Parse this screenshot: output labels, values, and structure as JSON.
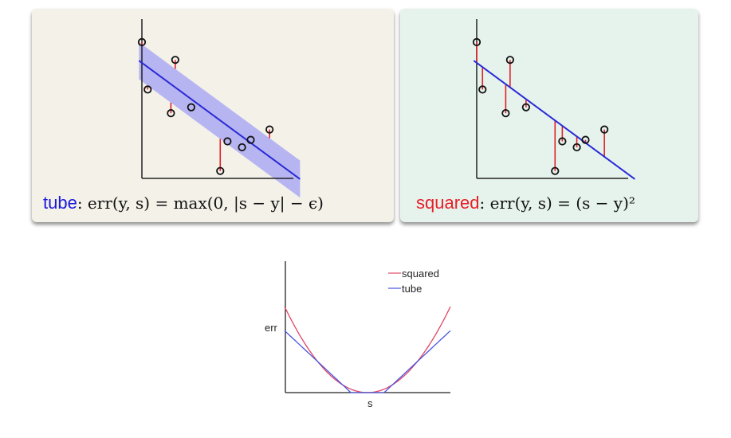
{
  "panels": {
    "tube": {
      "name": "tube",
      "name_color": "#1a1adb",
      "formula": ": err(y, s) = max(0, |s − y| − ϵ)",
      "background": "#f4f1e9"
    },
    "squared": {
      "name": "squared",
      "name_color": "#e8202a",
      "formula": ": err(y, s) = (s − y)²",
      "background": "#e6f3ec"
    }
  },
  "regression": {
    "points": [
      {
        "x": 0.0,
        "y": 9.2
      },
      {
        "x": 0.4,
        "y": 6.0
      },
      {
        "x": 2.3,
        "y": 8.0
      },
      {
        "x": 2.0,
        "y": 4.4
      },
      {
        "x": 3.4,
        "y": 4.8
      },
      {
        "x": 5.4,
        "y": 0.5
      },
      {
        "x": 5.9,
        "y": 2.5
      },
      {
        "x": 6.9,
        "y": 2.1
      },
      {
        "x": 7.5,
        "y": 2.6
      },
      {
        "x": 8.8,
        "y": 3.3
      }
    ],
    "line": {
      "intercept": 7.8,
      "slope": -0.72
    },
    "epsilon": 1.25,
    "line_color": "#2a2ad6",
    "tube_color": "#aaaaf2",
    "residual_color": "#e0202a"
  },
  "error_chart": {
    "xlabel": "s",
    "ylabel": "err",
    "series": [
      {
        "name": "squared",
        "color": "#e04565"
      },
      {
        "name": "tube",
        "color": "#4a55e0"
      }
    ],
    "xlim": [
      -1,
      1
    ],
    "epsilon": 0.2,
    "tube_slope": 0.9
  }
}
